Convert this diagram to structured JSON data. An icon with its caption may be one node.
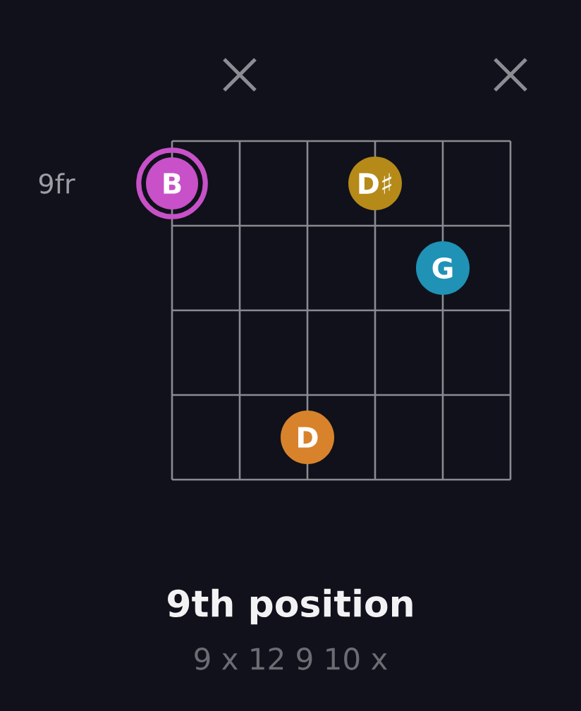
{
  "diagram": {
    "title": "9th position",
    "nodes": [
      {
        "text": [
          "B"
        ]
      },
      {
        "text": [
          "D♯"
        ]
      },
      {
        "text": [
          "G"
        ]
      },
      {
        "text": [
          "D"
        ]
      }
    ],
    "labels": [
      "9fr",
      "9 x 12 9 10 x"
    ]
  }
}
